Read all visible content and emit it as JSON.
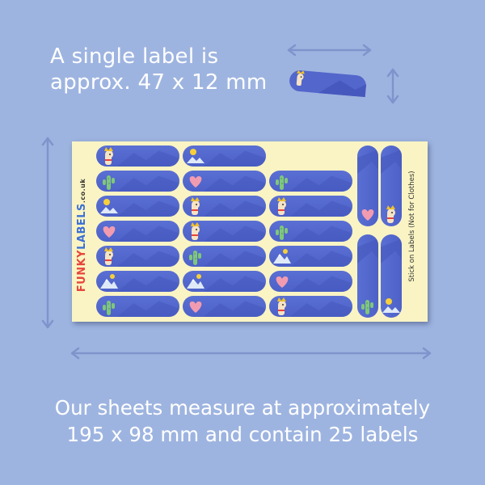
{
  "captions": {
    "single_label_line1": "A single label is",
    "single_label_line2": "approx. 47 x 12 mm",
    "sheet_line1": "Our sheets measure at approximately",
    "sheet_line2": "195 x 98 mm and contain 25 labels"
  },
  "sheet": {
    "brand_part1": "FUNKY",
    "brand_part2": "LABELS",
    "brand_domain": ".co.uk",
    "side_text": "Stick on Labels (Not for Clothes)"
  },
  "colors": {
    "background": "#9eb4e0",
    "sheet": "#faf4c4",
    "label": "#5266cb",
    "arrow": "#7f93cc"
  },
  "labels": {
    "horizontal_icons": [
      [
        "llama-icon",
        "cactus-icon",
        "sun-icon",
        "heart-icon",
        "llama-icon",
        "mountain-icon",
        "cactus-icon"
      ],
      [
        "sun-icon",
        "heart-icon",
        "llama-icon",
        "llama-icon",
        "cactus-icon",
        "mountain-icon",
        "heart-icon"
      ],
      [
        "cactus-icon",
        "llama-icon",
        "cactus-icon",
        "mountain-icon",
        "heart-icon",
        "llama-icon",
        "llama-icon"
      ]
    ],
    "vertical_icons": [
      "heart-icon",
      "llama-icon",
      "cactus-icon",
      "sun-icon"
    ]
  }
}
